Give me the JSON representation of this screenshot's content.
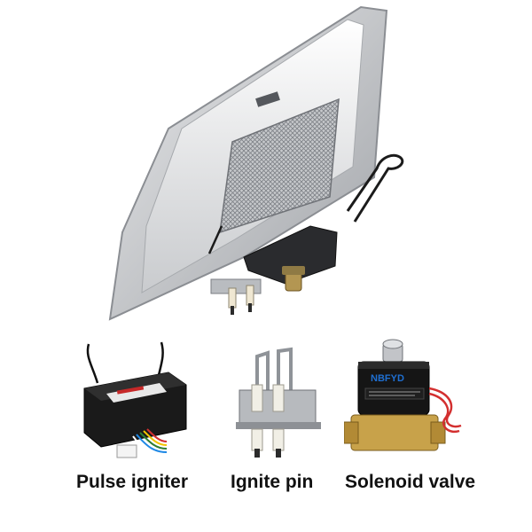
{
  "products": [
    {
      "id": "igniter",
      "caption": "Pulse igniter"
    },
    {
      "id": "pin",
      "caption": "Ignite pin"
    },
    {
      "id": "valve",
      "caption": "Solenoid valve",
      "brand_label": "NBFYD"
    }
  ],
  "colors": {
    "aluminum_light": "#d9dadc",
    "aluminum_dark": "#9ea1a6",
    "mesh": "#8a8d92",
    "igniter_body": "#1a1a1a",
    "valve_coil": "#151515",
    "brass": "#c8a24a",
    "valve_brand_blue": "#1f6fd1",
    "caption_text": "#111111"
  }
}
